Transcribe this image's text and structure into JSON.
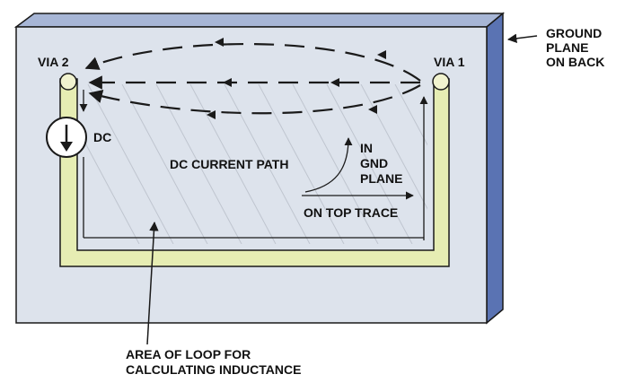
{
  "labels": {
    "via2": "VIA 2",
    "via1": "VIA 1",
    "dc": "DC",
    "ground_plane": [
      "GROUND",
      "PLANE",
      "ON BACK"
    ],
    "dc_current_path": "DC CURRENT PATH",
    "in_gnd_plane": [
      "IN",
      "GND",
      "PLANE"
    ],
    "on_top_trace": "ON TOP TRACE",
    "area_of_loop": [
      "AREA OF LOOP FOR",
      "CALCULATING INDUCTANCE"
    ]
  },
  "colors": {
    "board_face": "#dde3ec",
    "board_edge_top": "#a7b6d6",
    "board_edge_side": "#5a73b3",
    "trace_fill": "#e6edb3",
    "via_fill": "#f1f3cf",
    "hatch": "#bfc5cf",
    "outline": "#1a1a1a"
  },
  "icons": {
    "dc_source": "current-source-down-arrow"
  }
}
